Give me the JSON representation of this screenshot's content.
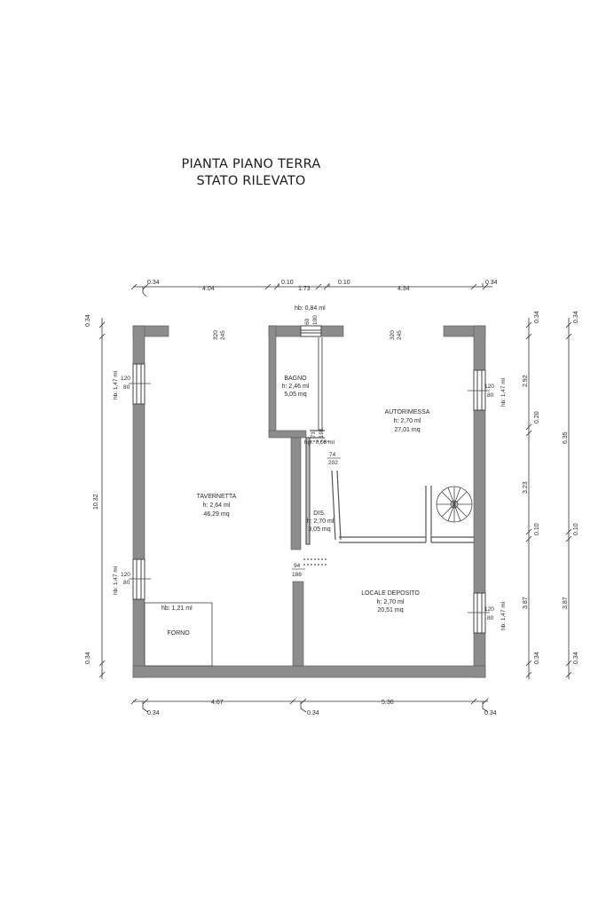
{
  "title": {
    "line1": "PIANTA PIANO TERRA",
    "line2": "STATO RILEVATO"
  },
  "top_dims": {
    "d1": "0.34",
    "d2": "4.04",
    "d3": "0.10",
    "d4": "1.73",
    "d5": "0.10",
    "d6": "4.34",
    "d7": "0.34"
  },
  "bottom_dims": {
    "d1": "4.67",
    "d2": "5.30",
    "d3": "0.34",
    "d4": "0.34",
    "d5": "0.34"
  },
  "left_dims": {
    "d1": "0.34",
    "d2": "10.32",
    "d3": "0.34"
  },
  "right_dims_a": {
    "d1": "0.34",
    "d2": "2.92",
    "d3": "0.20",
    "d4": "3.23",
    "d5": "0.10",
    "d6": "3.87",
    "d7": "0.34"
  },
  "right_dims_b": {
    "d1": "0.34",
    "d2": "6.35",
    "d3": "0.10",
    "d4": "3.87",
    "d5": "0.34"
  },
  "rooms": {
    "tavernetta": {
      "name": "TAVERNETTA",
      "height": "h: 2,64 ml",
      "area": "46,29 mq"
    },
    "bagno": {
      "name": "BAGNO",
      "height": "h: 2,46 ml",
      "area": "5,05 mq"
    },
    "autorimessa": {
      "name": "AUTORIMESSA",
      "height": "h: 2,70 ml",
      "area": "27,01 mq"
    },
    "dis": {
      "name": "DIS.",
      "height": "h: 2,70 ml",
      "area": "3,05 mq"
    },
    "deposito": {
      "name": "LOCALE DEPOSITO",
      "height": "h: 2,70 ml",
      "area": "20,51 mq"
    },
    "forno": {
      "name": "FORNO",
      "hb": "hb: 1,21 ml"
    }
  },
  "openings": {
    "hb_top": "hb: 0,84 ml",
    "win_top_w": "60",
    "win_top_h": "100",
    "hb_window": "hb: 1,47 ml",
    "win_w": "120",
    "win_h": "80",
    "door_taver": {
      "w": "320",
      "h": "245"
    },
    "door_auto": {
      "w": "320",
      "h": "245"
    },
    "door_bagno": {
      "w": "73",
      "h": "198"
    },
    "door_dis": {
      "w": "74",
      "h": "202"
    },
    "door_deposito": {
      "w": "94",
      "h": "188"
    },
    "hgr": "hgr. 0,08 ml"
  }
}
